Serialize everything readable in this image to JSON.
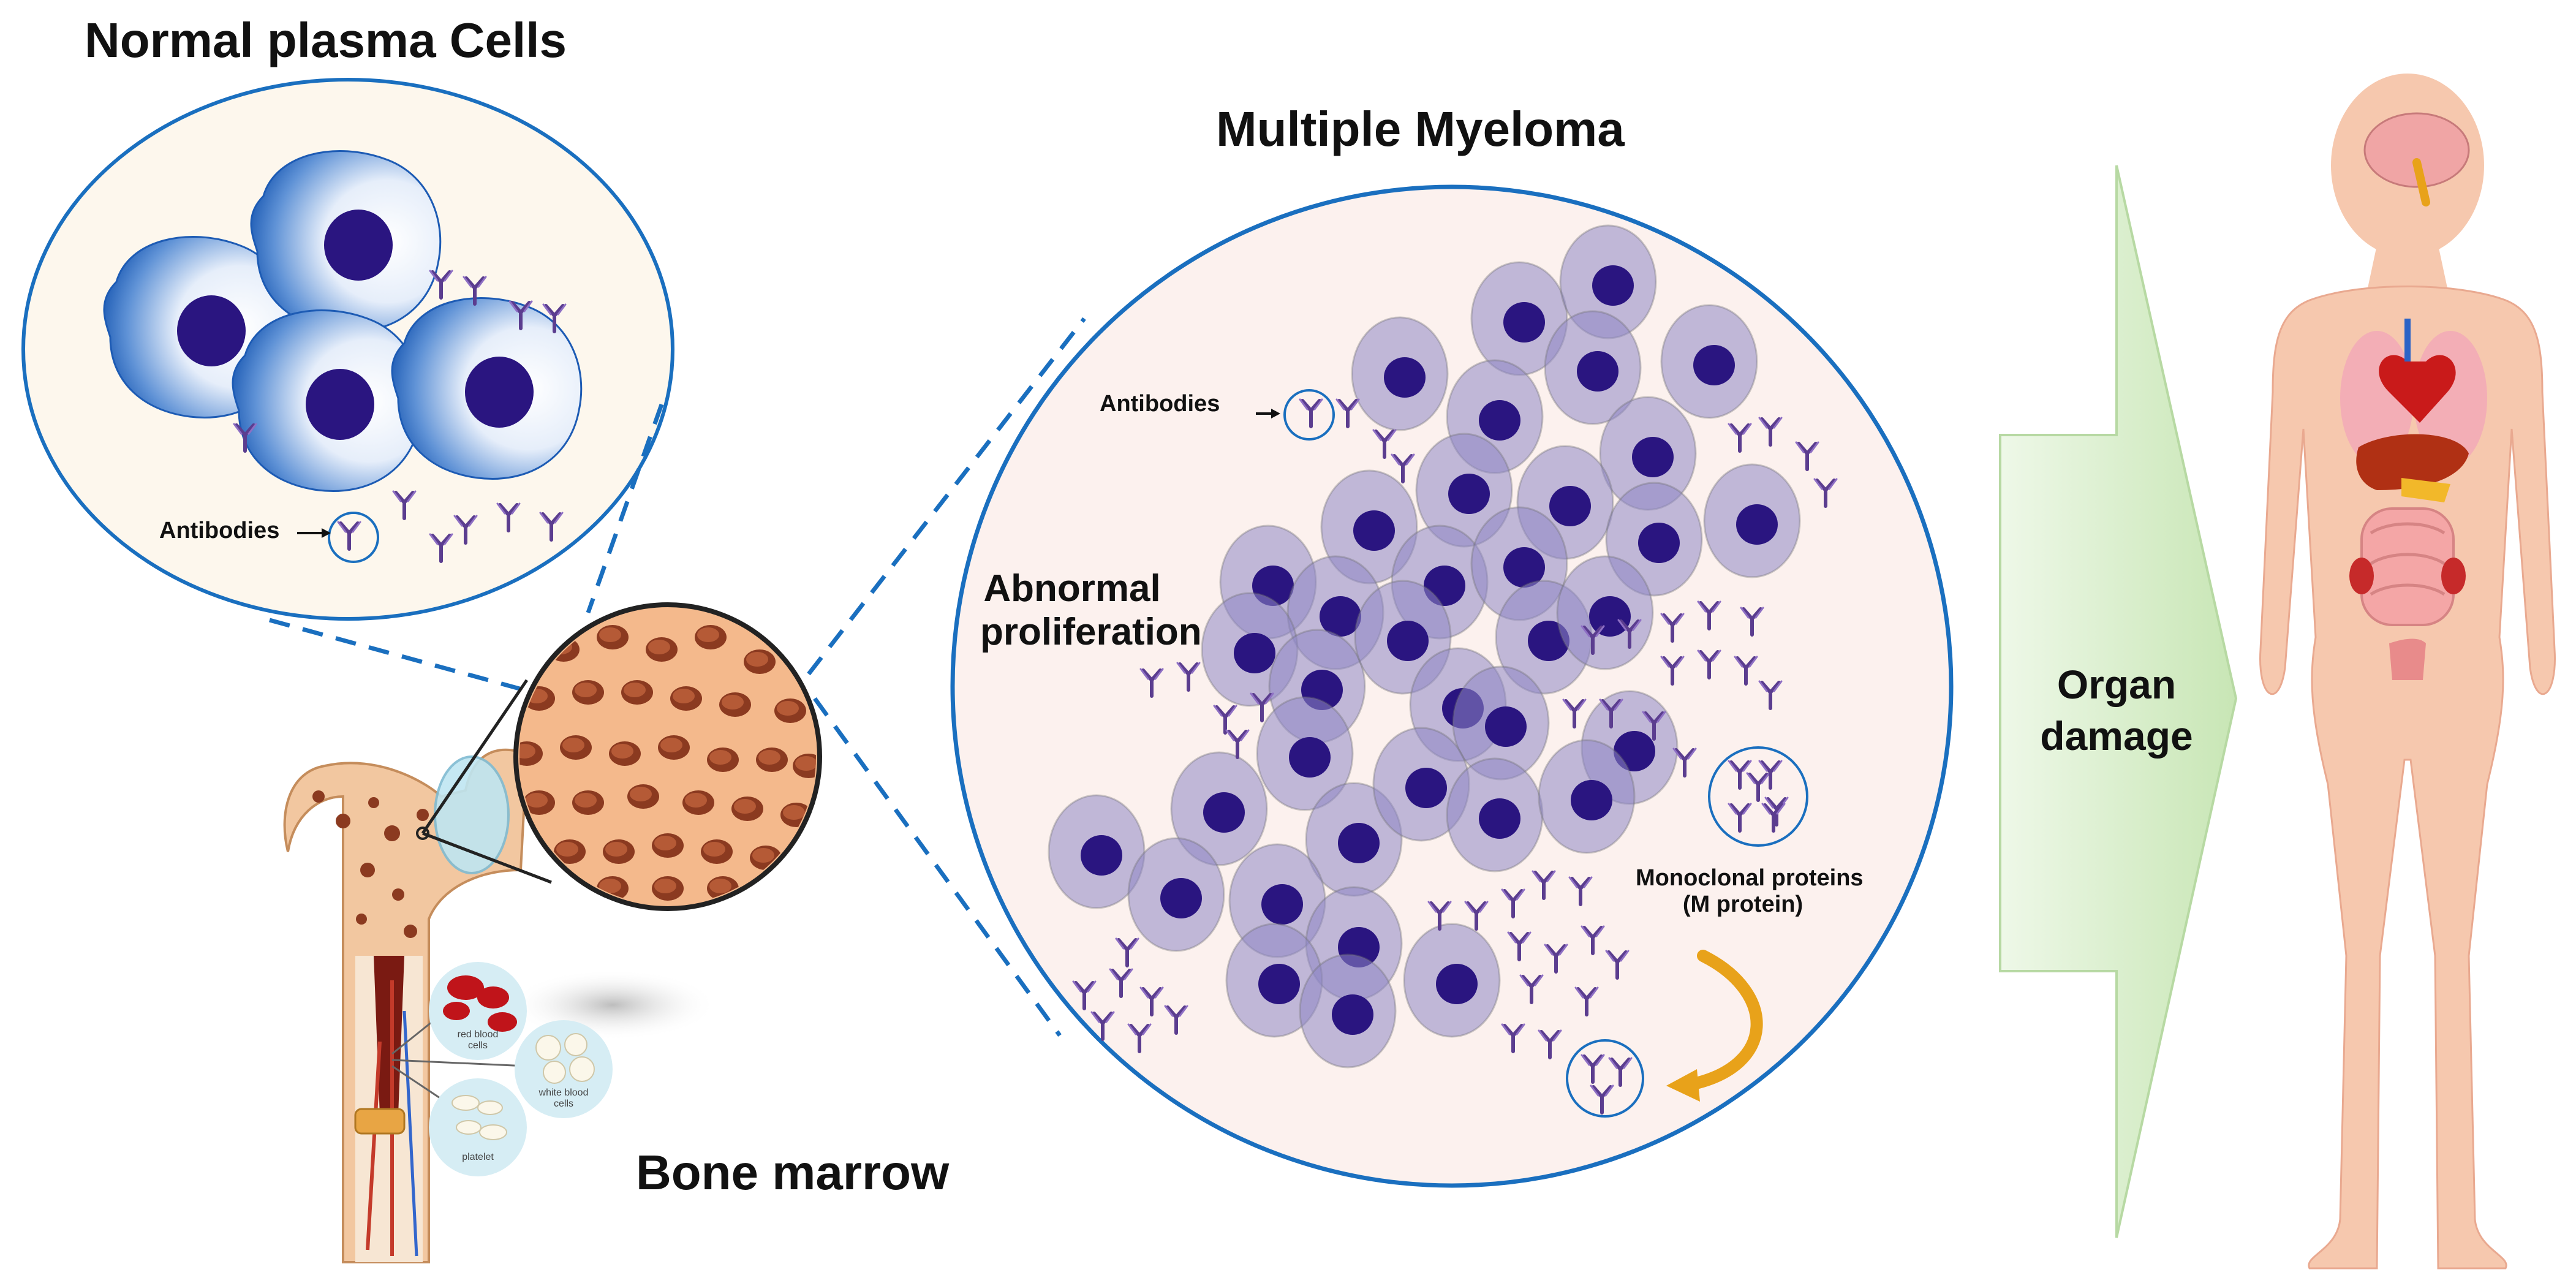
{
  "titles": {
    "normal_cells": "Normal plasma Cells",
    "multiple_myeloma": "Multiple Myeloma",
    "bone_marrow": "Bone marrow"
  },
  "labels": {
    "antibodies_left": "Antibodies",
    "antibodies_right": "Antibodies",
    "abnormal_line1": "Abnormal",
    "abnormal_line2": "proliferation",
    "mprotein_line1": "Monoclonal proteins",
    "mprotein_line2": "(M protein)",
    "organ_line1": "Organ",
    "organ_line2": "damage",
    "rbc_line1": "red blood",
    "rbc_line2": "cells",
    "wbc_line1": "white blood",
    "wbc_line2": "cells",
    "platelet": "platelet"
  },
  "colors": {
    "circle_border": "#1a6fbf",
    "nucleus": "#2a1580",
    "normal_cell": "#3a78c8",
    "myeloma_cell": "#8e86c4",
    "antibody": "#5b3d8f",
    "arrow_fill": "#d9f0cf",
    "skin": "#f6c8ae",
    "bone": "#f2c7a0",
    "pore": "#8b3a20",
    "curved_arrow": "#e8a21a"
  }
}
